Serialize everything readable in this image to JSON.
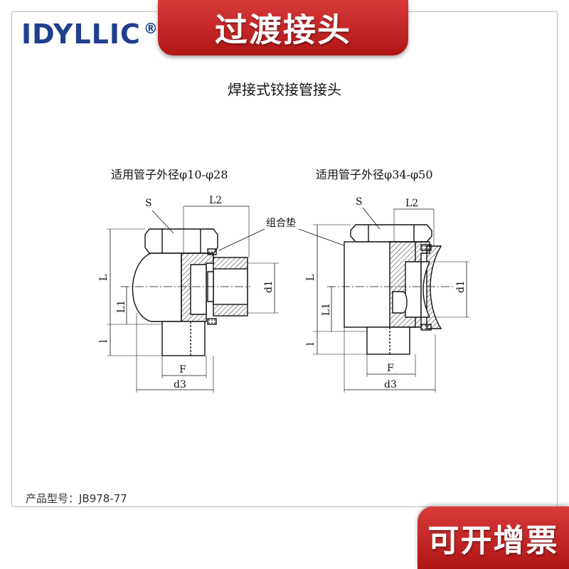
{
  "brand": {
    "name": "IDYLLIC",
    "registered_mark": "®",
    "color": "#1f3f8f"
  },
  "banner_top": {
    "text": "过渡接头",
    "color": "#c42020"
  },
  "subtitle": "焊接式铰接管接头",
  "figures": [
    {
      "caption": "适用管子外径φ10-φ28",
      "labels": {
        "s": "S",
        "l2": "L2",
        "l": "L",
        "l1": "L1",
        "l_small": "l",
        "d1": "d1",
        "f": "F",
        "d3": "d3"
      }
    },
    {
      "caption": "适用管子外径φ34-φ50",
      "labels": {
        "s": "S",
        "l2": "L2",
        "l": "L",
        "l1": "L1",
        "l_small": "l",
        "d1": "d1",
        "f": "F",
        "d3": "d3"
      }
    }
  ],
  "gasket_label": "组合垫",
  "model_line": "产品型号：JB978-77",
  "banner_bottom": {
    "text": "可开增票",
    "color": "#c42020"
  }
}
